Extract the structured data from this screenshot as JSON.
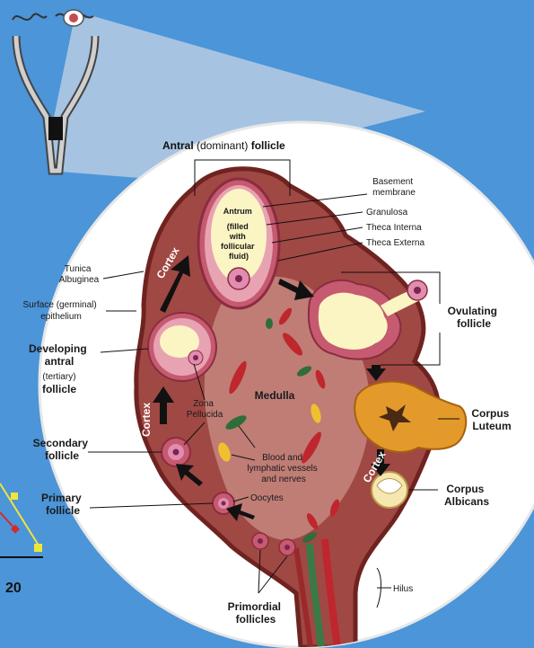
{
  "title": {
    "bold": "Antral",
    "normal": " (dominant) ",
    "bold2": "follicle"
  },
  "labels": {
    "basement": [
      "Basement",
      "membrane"
    ],
    "granulosa": "Granulosa",
    "theca_interna": "Theca Interna",
    "theca_externa": "Theca Externa",
    "antrum": [
      "Antrum",
      "(filled",
      "with",
      "follicular",
      "fluid)"
    ],
    "tunica": [
      "Tunica",
      "Albuginea"
    ],
    "surface": [
      "Surface (germinal)",
      "epithelium"
    ],
    "developing": [
      "Developing",
      "antral"
    ],
    "tertiary": "(tertiary)",
    "developing_follicle": "follicle",
    "zona": [
      "Zona",
      "Pellucida"
    ],
    "medulla": "Medulla",
    "secondary": [
      "Secondary",
      "follicle"
    ],
    "primary": [
      "Primary",
      "follicle"
    ],
    "oocytes": "Oocytes",
    "blood": [
      "Blood and",
      "lymphatic vessels",
      "and nerves"
    ],
    "primordial": [
      "Primordial",
      "follicles"
    ],
    "ovulating": [
      "Ovulating",
      "follicle"
    ],
    "corpus_luteum": [
      "Corpus",
      "Luteum"
    ],
    "corpus_albicans": [
      "Corpus",
      "Albicans"
    ],
    "hilus": "Hilus",
    "cortex": "Cortex"
  },
  "page_number": "20",
  "colors": {
    "background": "#4b95d8",
    "tissue": "#b4534e",
    "tissue_dark": "#7a2a26",
    "medulla": "#c98a83",
    "fluid": "#fbf5c4",
    "luteum": "#e39a2a"
  }
}
